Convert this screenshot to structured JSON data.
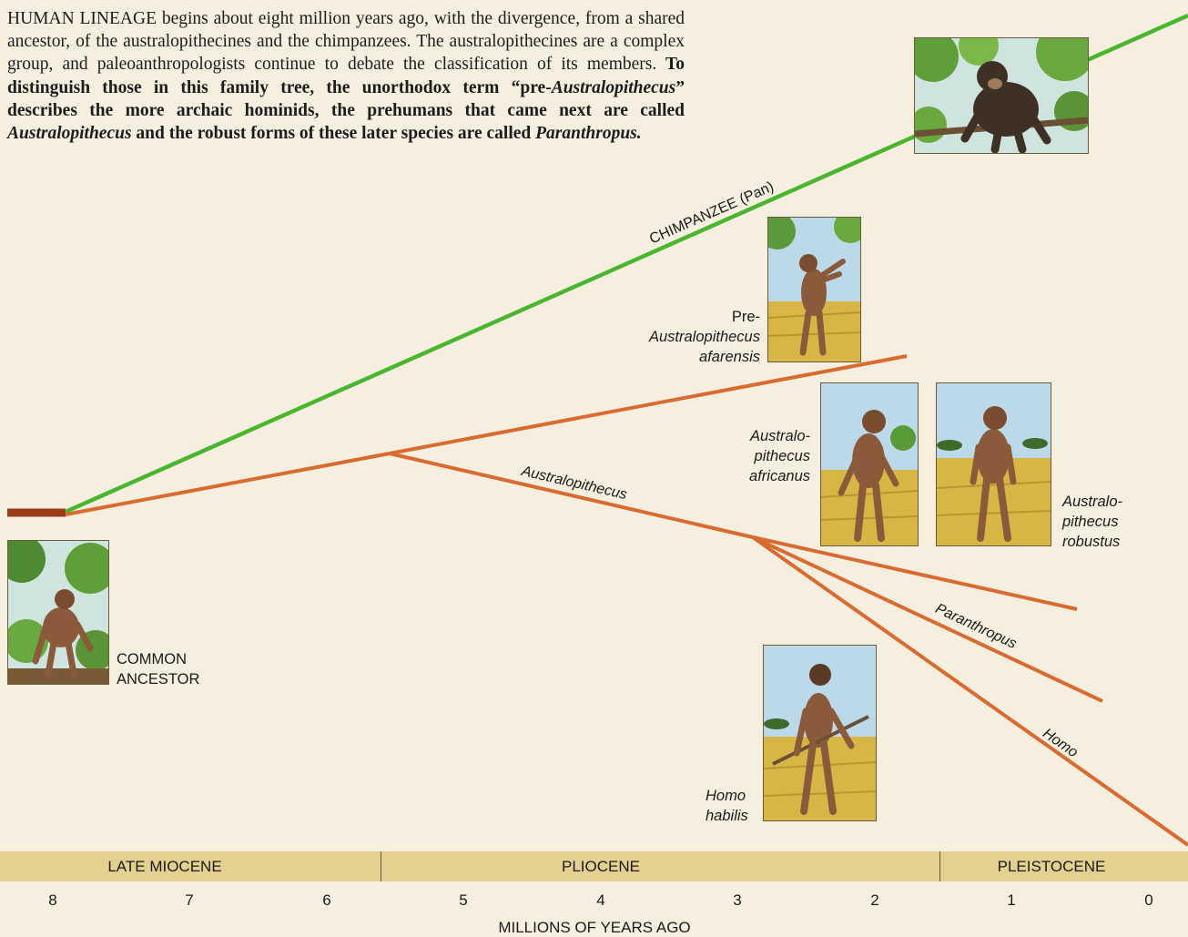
{
  "intro": {
    "lead": "HUMAN LINEAGE begins about eight million years ago, with the divergence, from a shared ancestor, of the australopithecines and the chimpanzees. The australopithecines are a complex group, and paleoanthropologists continue to debate the classification of its members.",
    "body1": " To distinguish those in this family tree, the unorthodox term “pre-",
    "italic1": "Australopithecus",
    "body2": "” describes the more archaic hominids, the prehumans that came next are called ",
    "italic2": "Australopithecus",
    "body3": " and the robust forms of these later species are called ",
    "italic3": "Paranthropus."
  },
  "branches": {
    "chimpanzee": "CHIMPANZEE (Pan)",
    "australopithecus": "Australopithecus",
    "paranthropus": "Paranthropus",
    "homo": "Homo"
  },
  "species": {
    "common_ancestor": [
      "COMMON",
      "ANCESTOR"
    ],
    "pre_australopithecus": [
      "Pre-",
      "Australopithecus",
      "afarensis"
    ],
    "africanus": [
      "Australo-",
      "pithecus",
      "africanus"
    ],
    "robustus": [
      "Australo-",
      "pithecus",
      "robustus"
    ],
    "homo_habilis": [
      "Homo",
      "habilis"
    ]
  },
  "eras": [
    "LATE MIOCENE",
    "PLIOCENE",
    "PLEISTOCENE"
  ],
  "ticks": [
    "8",
    "7",
    "6",
    "5",
    "4",
    "3",
    "2",
    "1",
    "0"
  ],
  "axis_title": "MILLIONS OF YEARS AGO",
  "colors": {
    "chimp_line": "#4ab52f",
    "hominid_line": "#d96a30",
    "stem": "#9a3b1a",
    "era_band": "#e4d08f"
  }
}
